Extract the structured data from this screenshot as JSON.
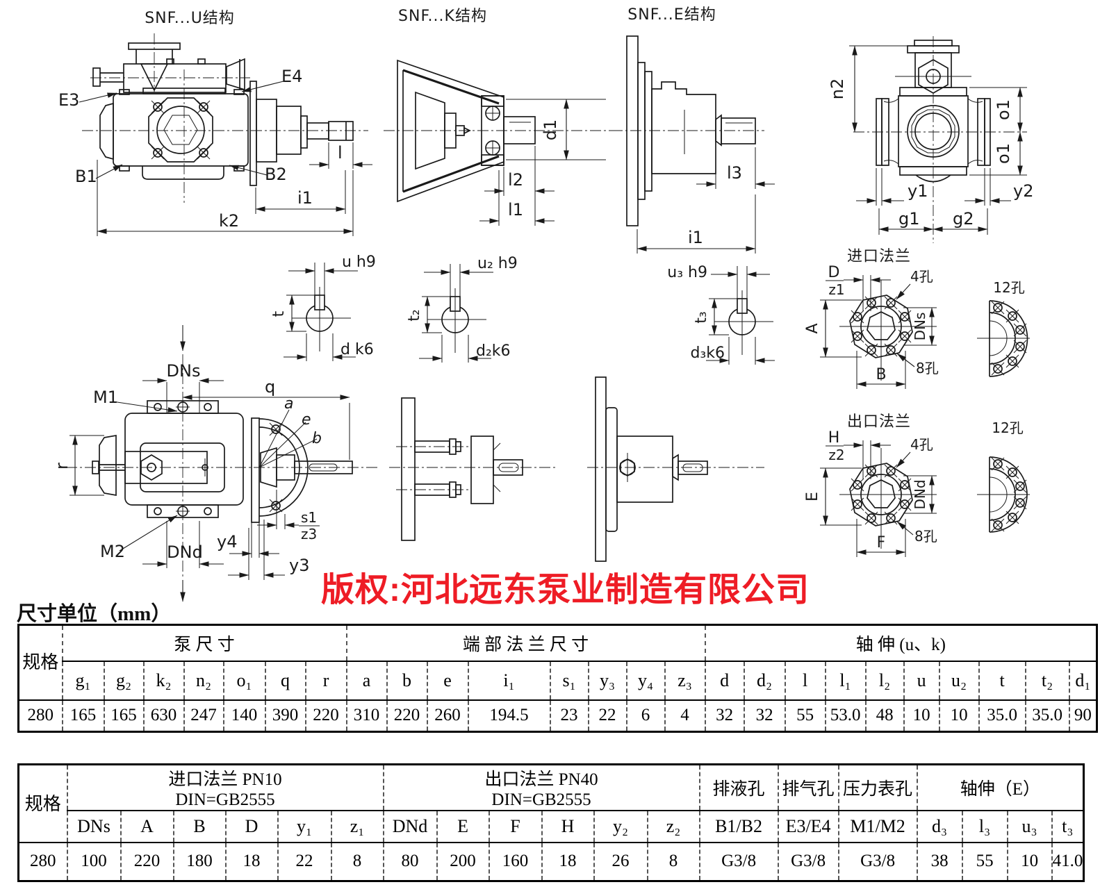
{
  "colors": {
    "background": "#ffffff",
    "line": "#1a1a1a",
    "watermark_red": "#ee1c25"
  },
  "watermark": "版权:河北远东泵业制造有限公司",
  "unit_label": "尺寸单位（mm）",
  "drawings": {
    "u_view": {
      "title": "SNF...U结构",
      "e3": "E3",
      "e4": "E4",
      "b1": "B1",
      "b2": "B2",
      "l": "l",
      "i1": "i1",
      "k2": "k2"
    },
    "k_view": {
      "title": "SNF...K结构",
      "d1": "d1",
      "l2": "l2",
      "l1": "l1"
    },
    "e_view": {
      "title": "SNF...E结构",
      "l3": "l3",
      "i1": "i1"
    },
    "end_view": {
      "n2": "n2",
      "o1a": "o1",
      "o1b": "o1",
      "y1": "y1",
      "y2": "y2",
      "g1": "g1",
      "g2": "g2"
    },
    "sec1": {
      "u": "u h9",
      "t": "t",
      "d": "d k6"
    },
    "sec2": {
      "u": "u₂ h9",
      "t": "t₂",
      "d": "d₂k6"
    },
    "sec3": {
      "u": "u₃ h9",
      "t": "t₃",
      "d": "d₃k6"
    },
    "inlet_flange": {
      "title": "进口法兰",
      "d": "D",
      "z1": "z1",
      "a": "A",
      "b": "B",
      "dns": "DNs",
      "h4": "4孔",
      "h8": "8孔",
      "h12": "12孔"
    },
    "outlet_flange": {
      "title": "出口法兰",
      "h": "H",
      "z2": "z2",
      "e": "E",
      "f": "F",
      "dnd": "DNd",
      "h4": "4孔",
      "h8": "8孔",
      "h12": "12孔"
    },
    "top_view": {
      "dns": "DNs",
      "m1": "M1",
      "m2": "M2",
      "dnd": "DNd",
      "q": "q",
      "r": "r",
      "a": "a",
      "e": "e",
      "b": "b",
      "s1": "s1",
      "z3": "z3",
      "y4": "y4",
      "y3": "y3"
    }
  },
  "table1": {
    "spec_header": "规格",
    "groups": [
      {
        "label": "泵 尺 寸"
      },
      {
        "label": "端 部 法 兰 尺 寸"
      },
      {
        "label": "轴 伸 (u、k)"
      }
    ],
    "columns": [
      "g₁",
      "g₂",
      "k₂",
      "n₂",
      "o₁",
      "q",
      "r",
      "a",
      "b",
      "e",
      "i₁",
      "s₁",
      "y₃",
      "y₄",
      "z₃",
      "d",
      "d₂",
      "l",
      "l₁",
      "l₂",
      "u",
      "u₂",
      "t",
      "t₂",
      "d₁"
    ],
    "row": {
      "spec": "280",
      "values": [
        "165",
        "165",
        "630",
        "247",
        "140",
        "390",
        "220",
        "310",
        "220",
        "260",
        "194.5",
        "23",
        "22",
        "6",
        "4",
        "32",
        "32",
        "55",
        "53.0",
        "48",
        "10",
        "10",
        "35.0",
        "35.0",
        "90"
      ]
    }
  },
  "table2": {
    "spec_header": "规格",
    "groups": [
      {
        "label": "进口法兰 PN10",
        "sub": "DIN=GB2555"
      },
      {
        "label": "出口法兰 PN40",
        "sub": "DIN=GB2555"
      },
      {
        "label": "排液孔",
        "sub": ""
      },
      {
        "label": "排气孔",
        "sub": ""
      },
      {
        "label": "压力表孔",
        "sub": ""
      },
      {
        "label": "轴伸（E）",
        "sub": ""
      }
    ],
    "columns": [
      "DNs",
      "A",
      "B",
      "D",
      "y₁",
      "z₁",
      "DNd",
      "E",
      "F",
      "H",
      "y₂",
      "z₂",
      "B1/B2",
      "E3/E4",
      "M1/M2",
      "d₃",
      "l₃",
      "u₃",
      "t₃"
    ],
    "row": {
      "spec": "280",
      "values": [
        "100",
        "220",
        "180",
        "18",
        "22",
        "8",
        "80",
        "200",
        "160",
        "18",
        "26",
        "8",
        "G3/8",
        "G3/8",
        "G3/8",
        "38",
        "55",
        "10",
        "41.0"
      ]
    }
  }
}
